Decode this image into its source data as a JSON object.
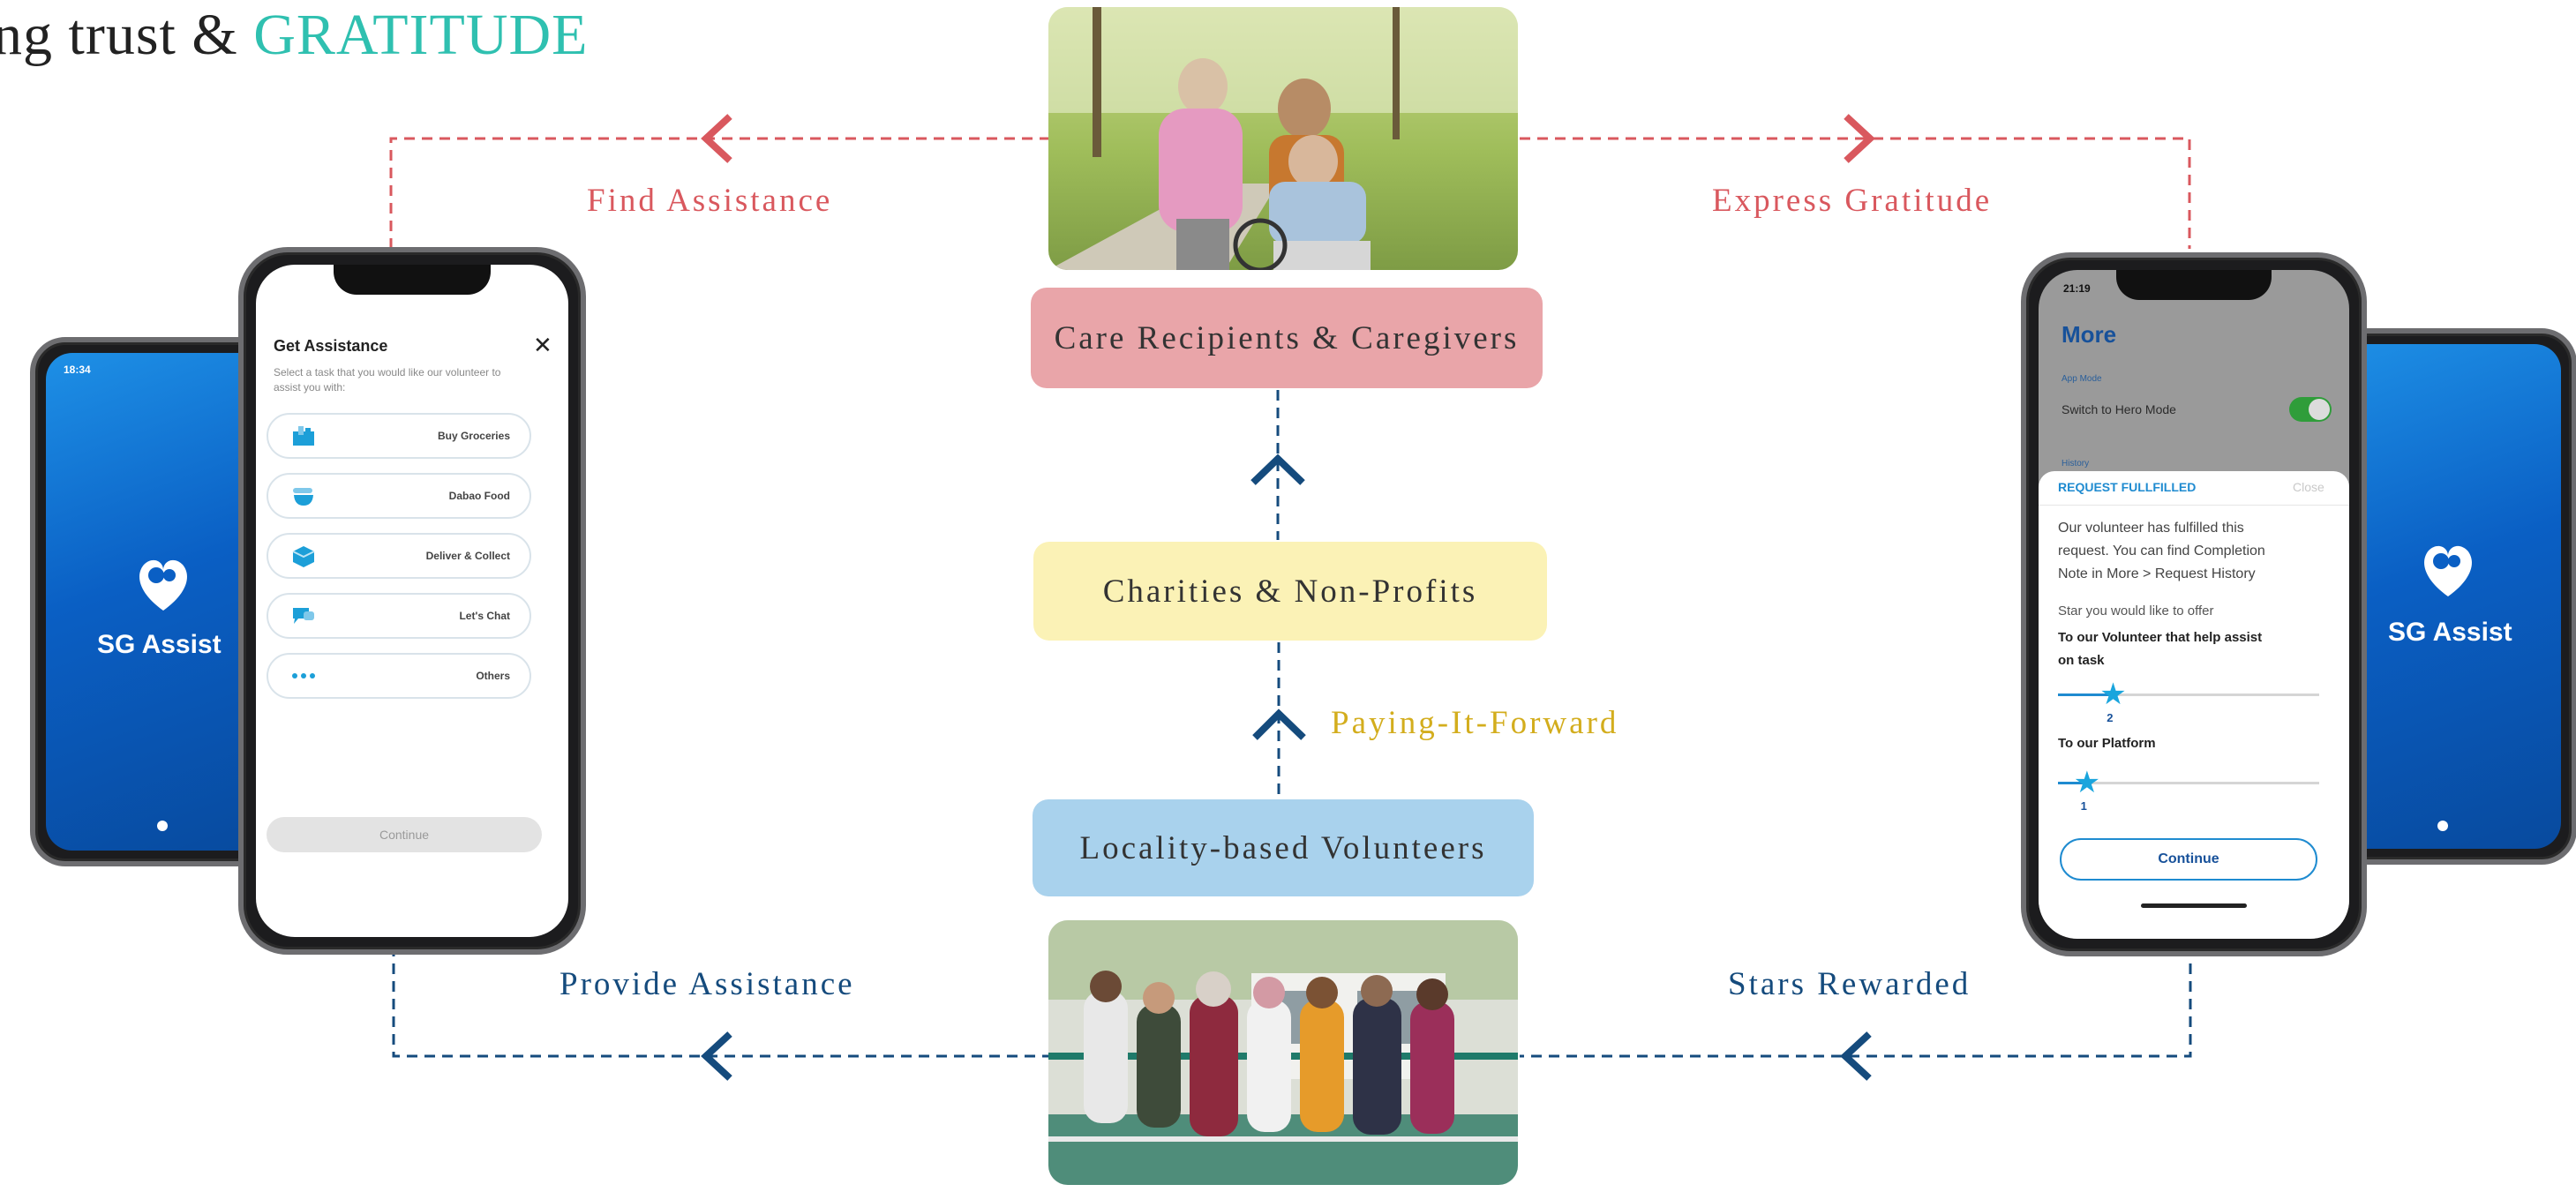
{
  "title": {
    "prefix": "ng trust & ",
    "accent": "GRATITUDE"
  },
  "flow": {
    "find_assistance": "Find Assistance",
    "express_gratitude": "Express Gratitude",
    "provide_assistance": "Provide Assistance",
    "stars_rewarded": "Stars Rewarded",
    "paying_it_forward": "Paying-It-Forward"
  },
  "groups": {
    "care_recipients": "Care Recipients & Caregivers",
    "charities": "Charities & Non-Profits",
    "volunteers": "Locality-based Volunteers"
  },
  "colors": {
    "red": "#d9585e",
    "blue": "#154b7d",
    "gold": "#d3ad1d",
    "teal": "#2fc0b0",
    "pink_box": "#e9a5a9",
    "yellow_box": "#fbf2b6",
    "blue_box": "#a9d2ed"
  },
  "left_phone_back": {
    "time": "18:34",
    "app_name": "SG Assist"
  },
  "left_phone_front": {
    "title": "Get Assistance",
    "subtitle_line1": "Select a task that you would like our volunteer to",
    "subtitle_line2": "assist you with:",
    "options": [
      {
        "label": "Buy Groceries",
        "icon": "groceries-icon"
      },
      {
        "label": "Dabao Food",
        "icon": "food-bowl-icon"
      },
      {
        "label": "Deliver & Collect",
        "icon": "package-icon"
      },
      {
        "label": "Let's Chat",
        "icon": "chat-icon"
      },
      {
        "label": "Others",
        "icon": "more-dots-icon"
      }
    ],
    "continue": "Continue"
  },
  "right_phone_front": {
    "time": "21:19",
    "header": "More",
    "app_mode_label": "App Mode",
    "switch_label": "Switch to Hero Mode",
    "history_label": "History",
    "modal_title": "REQUEST FULLFILLED",
    "modal_close": "Close",
    "body_line1": "Our volunteer has fulfilled this",
    "body_line2": "request. You can find Completion",
    "body_line3": "Note in More > Request History",
    "star_prompt": "Star you would like to offer",
    "volunteer_label_line1": "To our Volunteer that help assist",
    "volunteer_label_line2": "on task",
    "volunteer_stars": 2,
    "platform_label": "To our Platform",
    "platform_stars": 1,
    "continue": "Continue"
  },
  "right_phone_back": {
    "app_name": "SG Assist"
  }
}
